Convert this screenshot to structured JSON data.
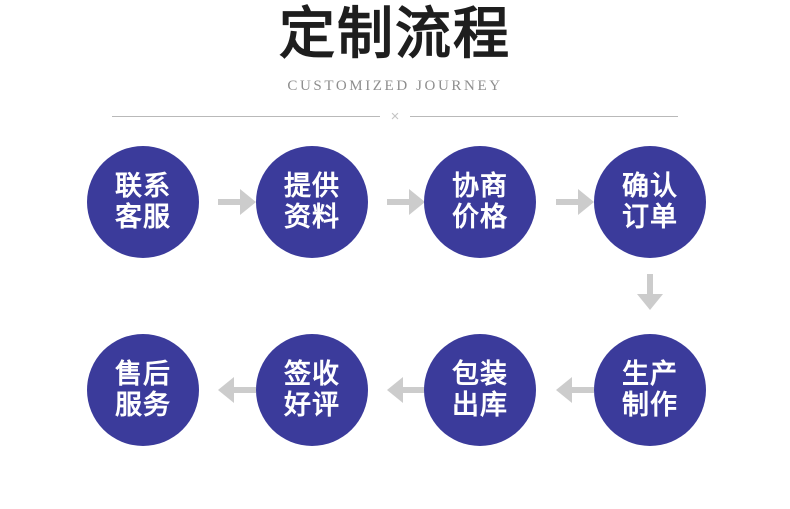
{
  "header": {
    "title": "定制流程",
    "subtitle": "CUSTOMIZED JOURNEY",
    "divider_mark": "×"
  },
  "theme": {
    "node_color": "#3b3b9b",
    "node_text_color": "#ffffff",
    "arrow_color": "#cccccc",
    "title_color": "#1e1e1e",
    "subtitle_color": "#8e8e8e",
    "divider_color": "#b9b9b9",
    "background": "#ffffff"
  },
  "flow": {
    "row1": {
      "direction": "left-to-right",
      "nodes": [
        {
          "line1": "联系",
          "line2": "客服"
        },
        {
          "line1": "提供",
          "line2": "资料"
        },
        {
          "line1": "协商",
          "line2": "价格"
        },
        {
          "line1": "确认",
          "line2": "订单"
        }
      ]
    },
    "row2": {
      "direction": "right-to-left",
      "nodes": [
        {
          "line1": "售后",
          "line2": "服务"
        },
        {
          "line1": "签收",
          "line2": "好评"
        },
        {
          "line1": "包装",
          "line2": "出库"
        },
        {
          "line1": "生产",
          "line2": "制作"
        }
      ]
    },
    "connector_down": "arrow-down"
  }
}
